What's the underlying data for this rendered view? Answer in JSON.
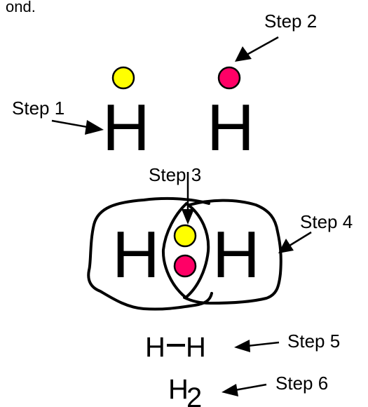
{
  "heading_fragment": "ond.",
  "atoms": {
    "left": "H",
    "right": "H"
  },
  "steps": {
    "step1": "Step 1",
    "step2": "Step 2",
    "step3": "Step 3",
    "step4": "Step 4",
    "step5": "Step 5",
    "step6": "Step 6"
  },
  "molecule": {
    "left_atom": "H",
    "right_atom": "H"
  },
  "structural_formula": {
    "left": "H",
    "bond": "–",
    "right": "H"
  },
  "molecular_formula": {
    "element": "H",
    "subscript": "2"
  },
  "colors": {
    "electron_1": "#ffff00",
    "electron_2": "#ff0066",
    "outline": "#000000"
  }
}
